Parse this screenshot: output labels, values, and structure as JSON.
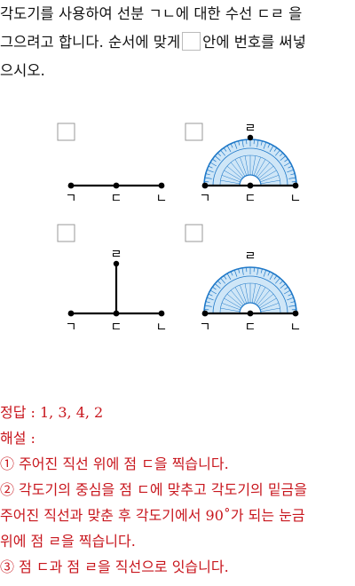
{
  "question": {
    "line1": "각도기를 사용하여 선분 ㄱㄴ에 대한 수선 ㄷㄹ 을",
    "line2_before": "그으려고 합니다. 순서에 맞게",
    "line2_after": "안에 번호를 써넣",
    "line3": "으시오."
  },
  "labels": {
    "g": "ㄱ",
    "d": "ㄷ",
    "n": "ㄴ",
    "r": "ㄹ"
  },
  "protractor": {
    "color": "#1e78c8",
    "fill": "#cfe6f7"
  },
  "answer": {
    "heading": "정답 : 1, 3, 4, 2",
    "explain_heading": "해설 :",
    "step1": "① 주어진 직선 위에 점 ㄷ을 찍습니다.",
    "step2_line1": "② 각도기의 중심을 점 ㄷ에 맞추고 각도기의 밑금을",
    "step2_line2": "주어진 직선과 맞춘 후 각도기에서 90˚가 되는 눈금",
    "step2_line3": "위에 점 ㄹ을 찍습니다.",
    "step3": "③ 점 ㄷ과 점 ㄹ을 직선으로 잇습니다."
  }
}
